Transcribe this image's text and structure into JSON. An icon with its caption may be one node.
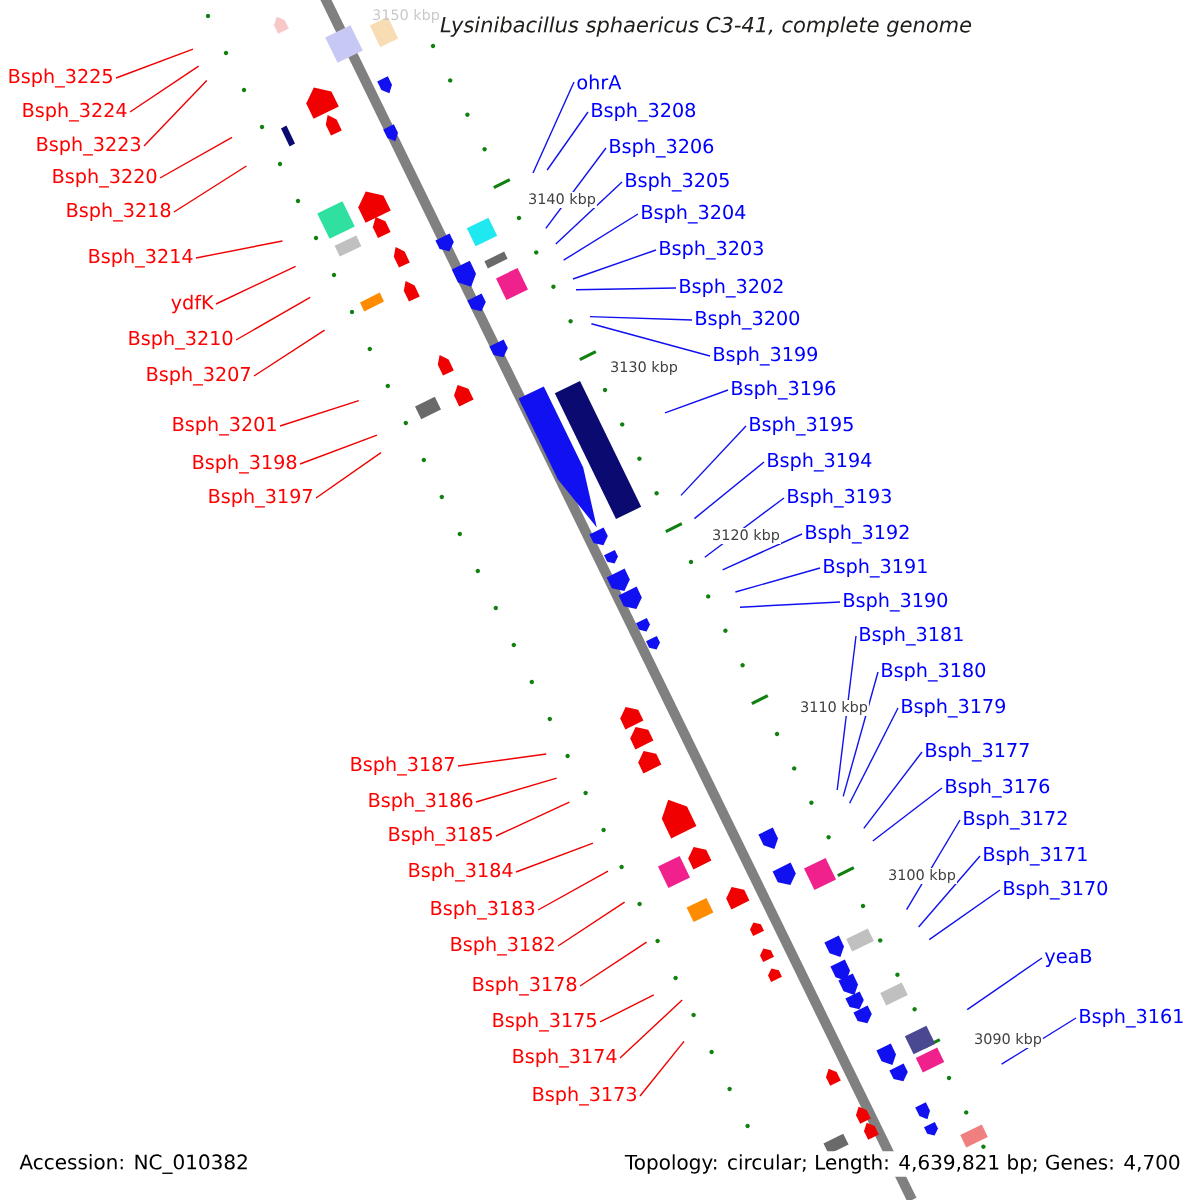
{
  "diagram": {
    "title": "Lysinibacillus sphaericus C3-41, complete genome",
    "nodes": [
      {
        "text": [
          "Bsph_3225"
        ]
      },
      {
        "text": [
          "Bsph_3224"
        ]
      },
      {
        "text": [
          "Bsph_3223"
        ]
      },
      {
        "text": [
          "Bsph_3220"
        ]
      },
      {
        "text": [
          "Bsph_3218"
        ]
      },
      {
        "text": [
          "Bsph_3214"
        ]
      },
      {
        "text": [
          "ydfK"
        ]
      },
      {
        "text": [
          "Bsph_3210"
        ]
      },
      {
        "text": [
          "Bsph_3207"
        ]
      },
      {
        "text": [
          "Bsph_3201"
        ]
      },
      {
        "text": [
          "Bsph_3198"
        ]
      },
      {
        "text": [
          "Bsph_3197"
        ]
      },
      {
        "text": [
          "ohrA"
        ]
      },
      {
        "text": [
          "Bsph_3208"
        ]
      },
      {
        "text": [
          "Bsph_3206"
        ]
      },
      {
        "text": [
          "Bsph_3205"
        ]
      },
      {
        "text": [
          "Bsph_3204"
        ]
      },
      {
        "text": [
          "Bsph_3203"
        ]
      },
      {
        "text": [
          "Bsph_3202"
        ]
      },
      {
        "text": [
          "Bsph_3200"
        ]
      },
      {
        "text": [
          "Bsph_3199"
        ]
      },
      {
        "text": [
          "Bsph_3196"
        ]
      },
      {
        "text": [
          "Bsph_3195"
        ]
      },
      {
        "text": [
          "Bsph_3194"
        ]
      },
      {
        "text": [
          "Bsph_3193"
        ]
      },
      {
        "text": [
          "Bsph_3192"
        ]
      },
      {
        "text": [
          "Bsph_3191"
        ]
      },
      {
        "text": [
          "Bsph_3190"
        ]
      },
      {
        "text": [
          "Bsph_3181"
        ]
      },
      {
        "text": [
          "Bsph_3180"
        ]
      },
      {
        "text": [
          "Bsph_3179"
        ]
      },
      {
        "text": [
          "Bsph_3177"
        ]
      },
      {
        "text": [
          "Bsph_3176"
        ]
      },
      {
        "text": [
          "Bsph_3172"
        ]
      },
      {
        "text": [
          "Bsph_3171"
        ]
      },
      {
        "text": [
          "Bsph_3170"
        ]
      },
      {
        "text": [
          "yeaB"
        ]
      },
      {
        "text": [
          "Bsph_3161"
        ]
      },
      {
        "text": [
          "Bsph_3187"
        ]
      },
      {
        "text": [
          "Bsph_3186"
        ]
      },
      {
        "text": [
          "Bsph_3185"
        ]
      },
      {
        "text": [
          "Bsph_3184"
        ]
      },
      {
        "text": [
          "Bsph_3183"
        ]
      },
      {
        "text": [
          "Bsph_3182"
        ]
      },
      {
        "text": [
          "Bsph_3178"
        ]
      },
      {
        "text": [
          "Bsph_3175"
        ]
      },
      {
        "text": [
          "Bsph_3174"
        ]
      },
      {
        "text": [
          "Bsph_3173"
        ]
      }
    ],
    "edges": [
      {
        "from": 0,
        "to": null,
        "arrow": "none",
        "color": "#ff0000"
      },
      {
        "from": 1,
        "to": null,
        "arrow": "none",
        "color": "#ff0000"
      },
      {
        "from": 2,
        "to": null,
        "arrow": "none",
        "color": "#ff0000"
      },
      {
        "from": 3,
        "to": null,
        "arrow": "none",
        "color": "#ff0000"
      },
      {
        "from": 4,
        "to": null,
        "arrow": "none",
        "color": "#ff0000"
      },
      {
        "from": 5,
        "to": null,
        "arrow": "none",
        "color": "#ff0000"
      },
      {
        "from": 6,
        "to": null,
        "arrow": "none",
        "color": "#ff0000"
      },
      {
        "from": 7,
        "to": null,
        "arrow": "none",
        "color": "#ff0000"
      },
      {
        "from": 8,
        "to": null,
        "arrow": "none",
        "color": "#ff0000"
      },
      {
        "from": 9,
        "to": null,
        "arrow": "none",
        "color": "#ff0000"
      },
      {
        "from": 10,
        "to": null,
        "arrow": "none",
        "color": "#ff0000"
      },
      {
        "from": 11,
        "to": null,
        "arrow": "none",
        "color": "#ff0000"
      },
      {
        "from": 12,
        "to": null,
        "arrow": "none"
      },
      {
        "from": 13,
        "to": null,
        "arrow": "none"
      },
      {
        "from": 14,
        "to": null,
        "arrow": "none"
      },
      {
        "from": 15,
        "to": null,
        "arrow": "none"
      },
      {
        "from": 16,
        "to": null,
        "arrow": "none"
      },
      {
        "from": 17,
        "to": null,
        "arrow": "none"
      },
      {
        "from": 18,
        "to": null,
        "arrow": "none"
      },
      {
        "from": 19,
        "to": null,
        "arrow": "none"
      },
      {
        "from": 20,
        "to": null,
        "arrow": "none"
      },
      {
        "from": 21,
        "to": null,
        "arrow": "none"
      },
      {
        "from": 22,
        "to": null,
        "arrow": "none"
      },
      {
        "from": 23,
        "to": null,
        "arrow": "none"
      },
      {
        "from": 24,
        "to": null,
        "arrow": "none"
      },
      {
        "from": 25,
        "to": null,
        "arrow": "none"
      },
      {
        "from": 26,
        "to": null,
        "arrow": "none"
      },
      {
        "from": 27,
        "to": null,
        "arrow": "none"
      },
      {
        "from": 28,
        "to": null,
        "arrow": "none"
      },
      {
        "from": 29,
        "to": null,
        "arrow": "none"
      },
      {
        "from": 30,
        "to": null,
        "arrow": "none"
      },
      {
        "from": 31,
        "to": null,
        "arrow": "none"
      },
      {
        "from": 32,
        "to": null,
        "arrow": "none"
      },
      {
        "from": 33,
        "to": null,
        "arrow": "none"
      },
      {
        "from": 34,
        "to": null,
        "arrow": "none"
      },
      {
        "from": 35,
        "to": null,
        "arrow": "none"
      },
      {
        "from": 36,
        "to": null,
        "arrow": "none"
      },
      {
        "from": 37,
        "to": null,
        "arrow": "none"
      },
      {
        "from": 38,
        "to": null,
        "arrow": "none",
        "color": "#ff0000"
      },
      {
        "from": 39,
        "to": null,
        "arrow": "none",
        "color": "#ff0000"
      },
      {
        "from": 40,
        "to": null,
        "arrow": "none",
        "color": "#ff0000"
      },
      {
        "from": 41,
        "to": null,
        "arrow": "none",
        "color": "#ff0000"
      },
      {
        "from": 42,
        "to": null,
        "arrow": "none",
        "color": "#ff0000"
      },
      {
        "from": 43,
        "to": null,
        "arrow": "none",
        "color": "#ff0000"
      },
      {
        "from": 44,
        "to": null,
        "arrow": "none",
        "color": "#ff0000"
      },
      {
        "from": 45,
        "to": null,
        "arrow": "none",
        "color": "#ff0000"
      },
      {
        "from": 46,
        "to": null,
        "arrow": "none",
        "color": "#ff0000"
      },
      {
        "from": 47,
        "to": null,
        "arrow": "none",
        "color": "#ff0000"
      }
    ],
    "labels": [
      "3150 kbp",
      "3140 kbp",
      "3130 kbp",
      "3120 kbp",
      "3110 kbp",
      "3100 kbp",
      "3090 kbp",
      "Accession: NC_010382",
      "Topology: circular; Length: 4,639,821 bp; Genes: 4,700"
    ]
  }
}
